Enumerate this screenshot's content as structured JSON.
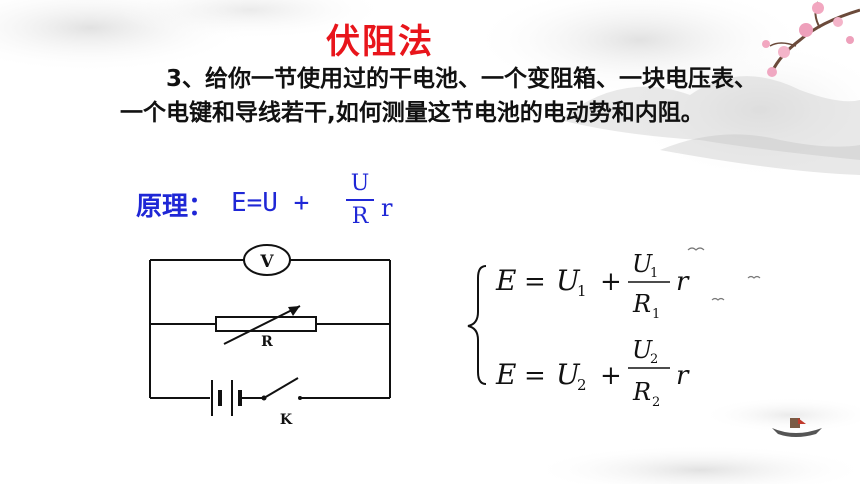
{
  "title": "伏阻法",
  "question": {
    "number": "3",
    "text": "、给你一节使用过的干电池、一个变阻箱、一块电压表、一个电键和导线若干,如何测量这节电池的电动势和内阻。"
  },
  "principle": {
    "label": "原理：",
    "expr": "E=U +",
    "frac_num": "U",
    "frac_den": "R",
    "tail": "r"
  },
  "circuit": {
    "voltmeter_label": "V",
    "resistor_label": "R",
    "key_label": "K"
  },
  "equations": {
    "lhs": "E",
    "eq": "=",
    "u": "U",
    "r_var": "R",
    "plus": "+",
    "r_tail": "r",
    "sub1": "1",
    "sub2": "2"
  },
  "colors": {
    "title": "#e8151b",
    "principle": "#1f27d6",
    "text": "#111111"
  }
}
